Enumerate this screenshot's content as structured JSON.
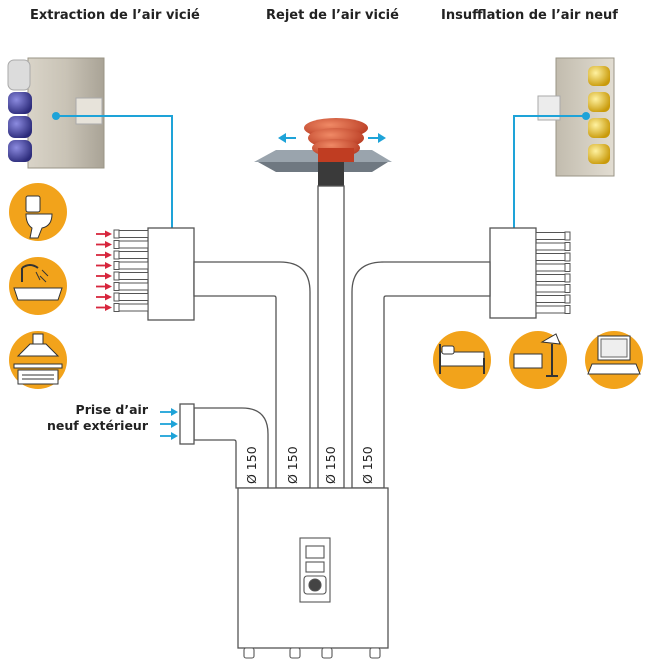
{
  "headers": {
    "extraction": "Extraction de l’air vicié",
    "rejection": "Rejet de l’air vicié",
    "insufflation": "Insufflation de l’air neuf"
  },
  "intake_label": {
    "line1": "Prise d’air",
    "line2": "neuf extérieur"
  },
  "duct_diameter_label": "Ø 150",
  "colors": {
    "extract_arrow": "#d7263d",
    "fresh_arrow": "#1ea3d8",
    "duct_outline": "#555555",
    "icon_circle": "#f2a31b",
    "extract_ports": "#4b4aa8",
    "supply_ports": "#f0c419",
    "roof_cap": "#d44a2a"
  },
  "icons": {
    "extraction_rooms": [
      "toilet-icon",
      "bathtub-shower-icon",
      "kitchen-hood-icon"
    ],
    "supply_rooms": [
      "bed-icon",
      "desk-lamp-icon",
      "laptop-icon"
    ]
  }
}
